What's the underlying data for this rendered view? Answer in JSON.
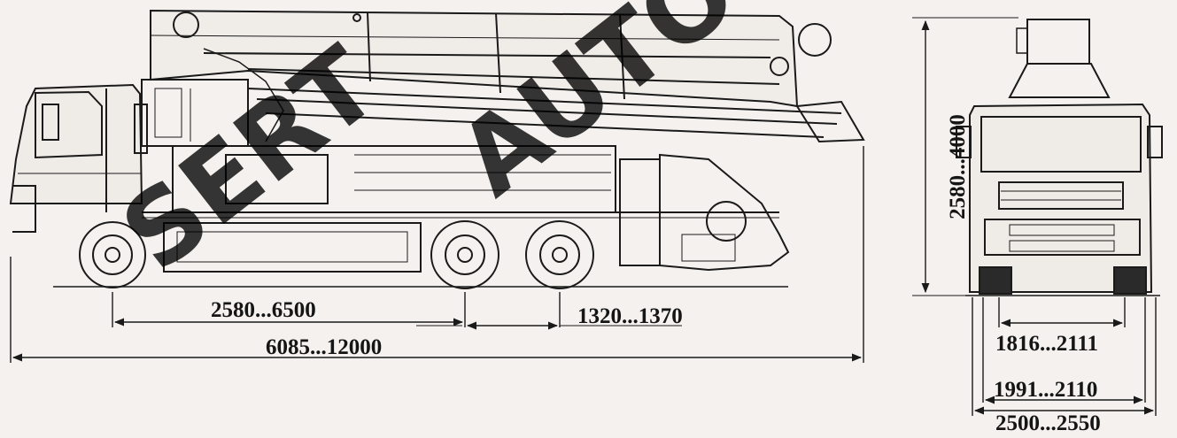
{
  "dimensions": {
    "wheelbase": "2580...6500",
    "axle_spacing": "1320...1370",
    "overall_length": "6085...12000",
    "overall_height": "2580...4000",
    "track_inner": "1816...2111",
    "track_outer": "1991...2110",
    "overall_width": "2500...2550"
  },
  "watermark": {
    "part1": "SERT",
    "part2": "AUTO"
  },
  "colors": {
    "paper": "#f4f1ee",
    "ink": "#1a1a1a",
    "watermark": "#000000"
  }
}
